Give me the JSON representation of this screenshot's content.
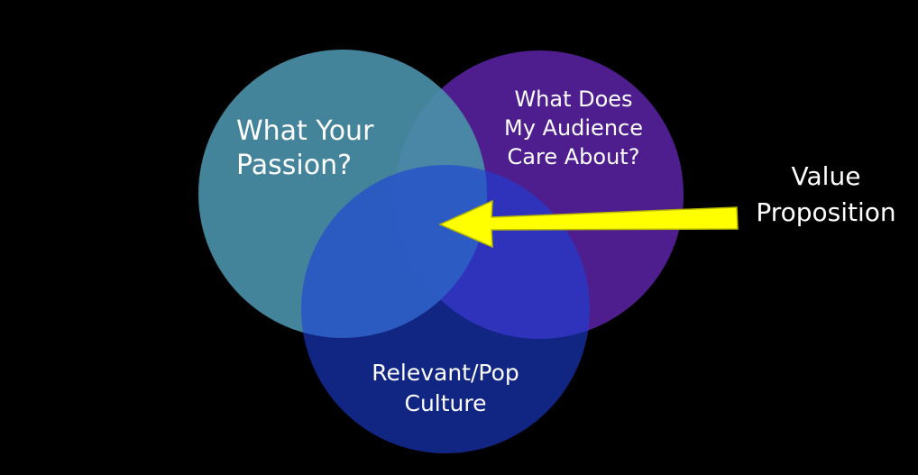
{
  "diagram": {
    "circles": {
      "passion": {
        "lines": [
          "What Your",
          "Passion?"
        ],
        "color": "#4a8fa8"
      },
      "audience": {
        "lines": [
          "What Does",
          "My Audience",
          "Care About?"
        ],
        "color": "#4e1e8e"
      },
      "culture": {
        "lines": [
          "Relevant/Pop",
          "Culture"
        ],
        "color": "#1231a8"
      }
    },
    "callout": {
      "lines": [
        "Value",
        "Proposition"
      ],
      "arrow_color": "#ffff00",
      "arrow_outline": "#b8b800"
    }
  }
}
